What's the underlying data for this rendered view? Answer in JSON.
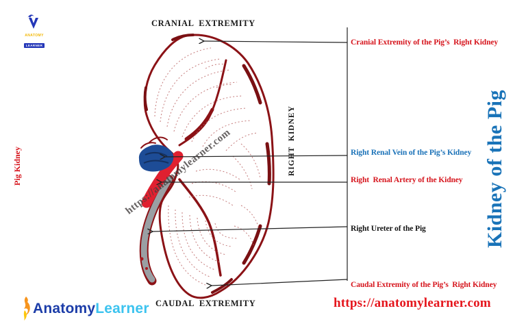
{
  "header": {
    "cranial_title": "CRANIAL  EXTREMITY"
  },
  "footer": {
    "caudal_title": "CAUDAL  EXTREMITY",
    "site_url": "https://anatomylearner.com"
  },
  "watermark_text": "https://anatomylearner.com",
  "side_texts": {
    "left_vertical": "Pig Kidney",
    "center_vertical": "RIGHT  KIDNEY",
    "right_vertical": "Kidney of the Pig"
  },
  "labels": [
    {
      "text": "Cranial Extremity of the Pig’s  Right Kidney",
      "color": "#d6151d"
    },
    {
      "text": "Right Renal Vein of the Pig’s Kidney",
      "color": "#1b72b8"
    },
    {
      "text": "Right  Renal Artery of the Kidney",
      "color": "#d6151d"
    },
    {
      "text": "Right Ureter of the Pig",
      "color": "#141414"
    },
    {
      "text": "Caudal Extremity of the Pig’s  Right Kidney",
      "color": "#d6151d"
    }
  ],
  "top_logo": {
    "line1": "ANATOMY",
    "line2": "LEARNER"
  },
  "bottom_logo": {
    "word1": "Anatomy",
    "word2": "Learner"
  },
  "palette": {
    "kidney_outline": "#8b1216",
    "stipple": "#bb6565",
    "renal_vein_blue": "#1d4c96",
    "renal_artery_red": "#e02030",
    "ureter_gray": "#9a9fa3",
    "label_red": "#d6151d",
    "label_blue": "#1b72b8",
    "big_blue": "#1973b8",
    "url_red": "#e5161d"
  },
  "icons": {
    "top_logo_bird": "bird-v-logo",
    "bottom_logo_flame": "flame-logo",
    "arrowheads": "left-arrowheads"
  }
}
